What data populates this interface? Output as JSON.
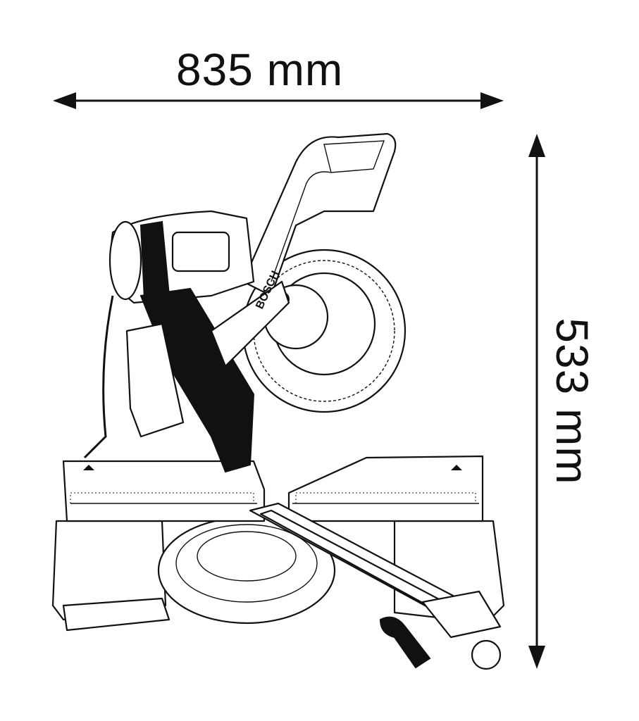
{
  "dimensions": {
    "width_label": "835 mm",
    "height_label": "533 mm"
  },
  "product": {
    "brand_label": "BOSCH"
  },
  "colors": {
    "line": "#111111",
    "background": "#ffffff"
  }
}
